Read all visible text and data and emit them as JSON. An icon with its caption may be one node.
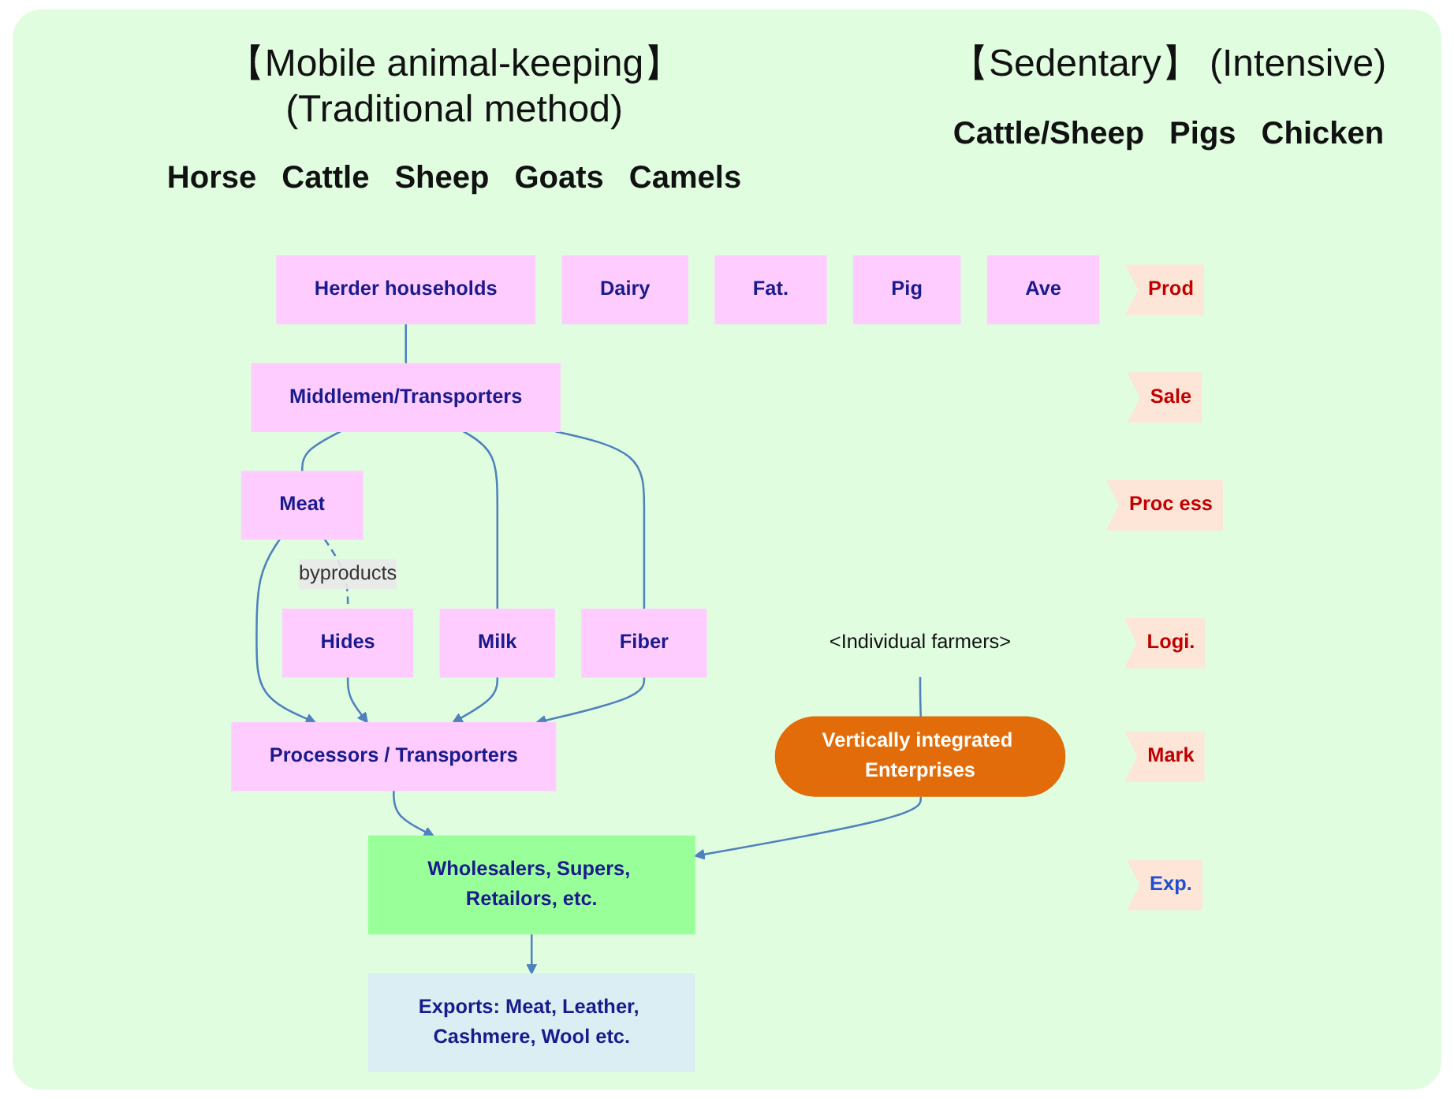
{
  "diagram": {
    "nodes": [
      {
        "text": [
          "Herder households"
        ]
      },
      {
        "text": [
          "Middlemen/Transporters"
        ]
      },
      {
        "text": [
          "Meat"
        ]
      },
      {
        "text": [
          "Hides"
        ]
      },
      {
        "text": [
          "Milk"
        ]
      },
      {
        "text": [
          "Fiber"
        ]
      },
      {
        "text": [
          "Processors / Transporters"
        ]
      },
      {
        "text": [
          "Dairy"
        ]
      },
      {
        "text": [
          "Fat."
        ]
      },
      {
        "text": [
          "Pig"
        ]
      },
      {
        "text": [
          "Ave"
        ]
      },
      {
        "text": [
          "<Individual farmers>"
        ]
      },
      {
        "text": [
          "Vertically integrated Enterprises"
        ]
      },
      {
        "text": [
          "Wholesalers, Supers, Retailors, etc."
        ]
      },
      {
        "text": [
          "Exports: Meat, Leather, Cashmere, Wool etc."
        ]
      },
      {
        "text": [
          "Prod"
        ]
      },
      {
        "text": [
          "Sale"
        ]
      },
      {
        "text": [
          "Proc ess"
        ]
      },
      {
        "text": [
          "Logi."
        ]
      },
      {
        "text": [
          "Mark"
        ]
      },
      {
        "text": [
          "Exp."
        ]
      }
    ],
    "edges": [
      {
        "from": 0,
        "to": 1,
        "arrow": "none"
      },
      {
        "from": 1,
        "to": 2,
        "arrow": "none"
      },
      {
        "from": 1,
        "to": 4,
        "arrow": "none"
      },
      {
        "from": 1,
        "to": 5,
        "arrow": "none"
      },
      {
        "from": 2,
        "to": 3,
        "arrow": "none",
        "style": "dashed",
        "label": "byproducts"
      },
      {
        "from": 2,
        "to": 6,
        "arrow": "to"
      },
      {
        "from": 3,
        "to": 6,
        "arrow": "to"
      },
      {
        "from": 4,
        "to": 6,
        "arrow": "to"
      },
      {
        "from": 5,
        "to": 6,
        "arrow": "to"
      },
      {
        "from": 6,
        "to": 13,
        "arrow": "to"
      },
      {
        "from": 11,
        "to": 12,
        "arrow": "none"
      },
      {
        "from": 12,
        "to": 13,
        "arrow": "to"
      },
      {
        "from": 13,
        "to": 14,
        "arrow": "to"
      }
    ],
    "labels": [
      "【Mobile animal-keeping】 (Traditional method)",
      "【Sedentary】 (Intensive)",
      "Horse",
      "Cattle",
      "Sheep",
      "Goats",
      "Camels",
      "Cattle/Sheep",
      "Pigs",
      "Chicken"
    ]
  }
}
